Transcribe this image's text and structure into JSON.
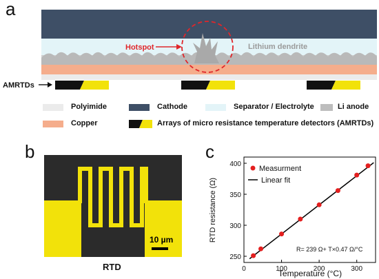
{
  "panels": {
    "a": "a",
    "b": "b",
    "c": "c"
  },
  "schematic": {
    "hotspot_label": "Hotspot",
    "dendrite_label": "Lithium dendrite",
    "amrtd_label": "AMRTDs"
  },
  "legend": [
    {
      "label": "Polyimide",
      "color": "#ebebeb"
    },
    {
      "label": "Cathode",
      "color": "#3e4f66"
    },
    {
      "label": "Separator / Electrolyte",
      "color": "#e3f4f8"
    },
    {
      "label": "Li anode",
      "color": "#bdbdbd"
    },
    {
      "label": "Copper",
      "color": "#f5ad8c"
    },
    {
      "label": "Arrays of micro resistance temperature detectors (AMRTDs)",
      "color": "#f2e20a"
    }
  ],
  "rtd": {
    "scale_label": "10 µm",
    "caption": "RTD",
    "colors": {
      "background": "#2b2b2b",
      "pattern": "#f2e20a"
    }
  },
  "chart_data": {
    "type": "scatter",
    "xlabel": "Temperature (°C)",
    "ylabel": "RTD resistance (Ω)",
    "xlim": [
      0,
      350
    ],
    "ylim": [
      240,
      410
    ],
    "xticks": [
      "0",
      "100",
      "200",
      "300"
    ],
    "yticks": [
      "250",
      "300",
      "350",
      "400"
    ],
    "series": [
      {
        "name": "Measurment",
        "type": "scatter",
        "color": "#e31f1f",
        "x": [
          25,
          45,
          100,
          150,
          200,
          250,
          300,
          330
        ],
        "y": [
          251,
          262,
          286,
          310,
          333,
          356,
          381,
          396
        ]
      },
      {
        "name": "Linear fit",
        "type": "line",
        "color": "#000000",
        "x": [
          15,
          345
        ],
        "y": [
          246,
          401
        ]
      }
    ],
    "annotation": "R= 239 Ω+ T×0.47 Ω/°C",
    "legend_position": "top-left"
  }
}
